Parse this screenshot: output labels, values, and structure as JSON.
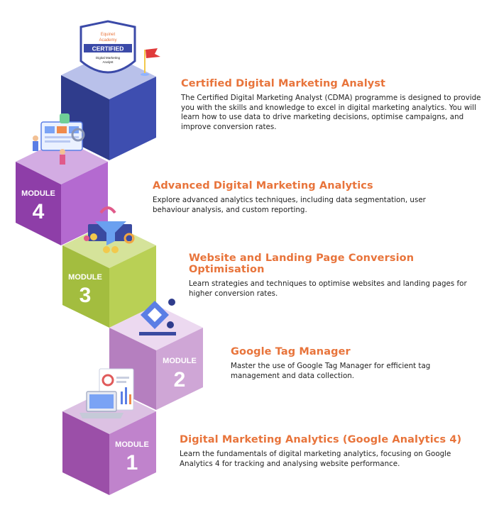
{
  "badge": {
    "brand": "Equinet Academy",
    "brand_line1": "Equinet",
    "brand_line2": "Academy",
    "ribbon": "CERTIFIED",
    "course_line1": "Digital Marketing",
    "course_line2": "Analyst"
  },
  "certification": {
    "title": "Certified Digital Marketing Analyst",
    "description": "The Certified Digital Marketing Analyst (CDMA) programme is designed to provide you with the skills and knowledge to excel in digital marketing analytics. You will learn how to use data to drive marketing decisions, optimise campaigns, and improve conversion rates."
  },
  "modules": [
    {
      "label": "MODULE",
      "number": "4",
      "title": "Advanced Digital Marketing Analytics",
      "description": "Explore advanced analytics techniques, including data segmentation, user behaviour analysis, and custom reporting.",
      "icon": "analytics-dashboard-icon"
    },
    {
      "label": "MODULE",
      "number": "3",
      "title": "Website and Landing Page Conversion Optimisation",
      "description": "Learn strategies and techniques to optimise websites and landing pages for higher conversion rates.",
      "icon": "conversion-funnel-icon"
    },
    {
      "label": "MODULE",
      "number": "2",
      "title": "Google Tag Manager",
      "description": "Master the use of Google Tag Manager for efficient tag management and data collection.",
      "icon": "tag-manager-icon"
    },
    {
      "label": "MODULE",
      "number": "1",
      "title": "Digital Marketing Analytics (Google Analytics 4)",
      "description": "Learn the fundamentals of digital marketing analytics, focusing on Google Analytics 4 for tracking and analysing website performance.",
      "icon": "laptop-analytics-icon"
    }
  ],
  "colors": {
    "title": "#e8743b",
    "cube_cert": [
      "#3b4aa8",
      "#2a3470",
      "#b8c0e8"
    ],
    "cube_m4": [
      "#8e3ea8",
      "#b56ad0",
      "#d9b3e8"
    ],
    "cube_m3": [
      "#a3bd3f",
      "#7f9a2a",
      "#d6e39a"
    ],
    "cube_m2": [
      "#b57fbf",
      "#cfa6d6",
      "#ecd9f0"
    ],
    "cube_m1": [
      "#9b4fa8",
      "#c083cc",
      "#dcc1e3"
    ]
  }
}
